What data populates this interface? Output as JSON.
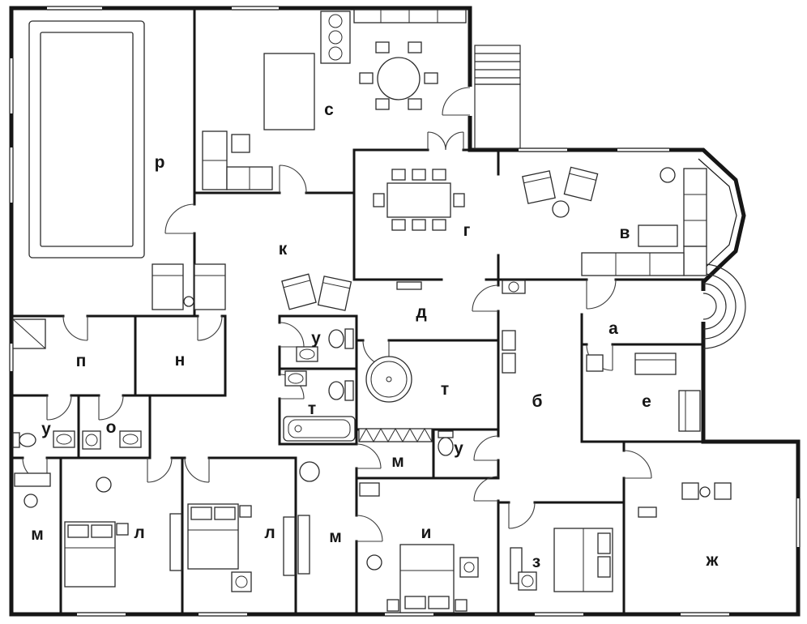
{
  "colors": {
    "wall": "#161616",
    "background": "#ffffff"
  },
  "rooms": {
    "r": {
      "label": "р"
    },
    "s": {
      "label": "с"
    },
    "k": {
      "label": "к"
    },
    "g": {
      "label": "г"
    },
    "v": {
      "label": "в"
    },
    "d": {
      "label": "д"
    },
    "a": {
      "label": "а"
    },
    "b": {
      "label": "б"
    },
    "e": {
      "label": "е"
    },
    "n": {
      "label": "н"
    },
    "p": {
      "label": "п"
    },
    "o": {
      "label": "о"
    },
    "u_center": {
      "label": "у"
    },
    "u_left": {
      "label": "у"
    },
    "u_sauna": {
      "label": "у"
    },
    "t_center": {
      "label": "т"
    },
    "t_left": {
      "label": "т"
    },
    "m_sauna": {
      "label": "м"
    },
    "m_closet": {
      "label": "м"
    },
    "m_hall": {
      "label": "м"
    },
    "l1": {
      "label": "л"
    },
    "l2": {
      "label": "л"
    },
    "i": {
      "label": "и"
    },
    "z": {
      "label": "з"
    },
    "zh": {
      "label": "ж"
    }
  }
}
